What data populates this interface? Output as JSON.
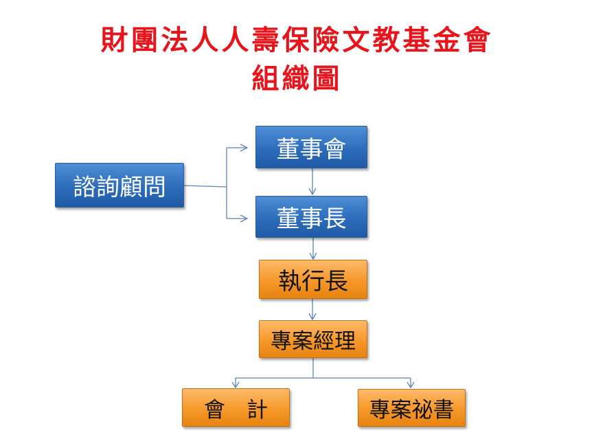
{
  "title": {
    "line1": "財團法人人壽保險文教基金會",
    "line2": "組織圖"
  },
  "nodes": {
    "advisor": "諮詢顧問",
    "board": "董事會",
    "chairman": "董事長",
    "ceo": "執行長",
    "project_manager": "專案經理",
    "accounting": "會　計",
    "project_secretary": "專案祕書"
  },
  "colors": {
    "title": "#e8141b",
    "blue": "#2f6fbd",
    "orange": "#f79b2e",
    "connector": "#5b84b8"
  }
}
